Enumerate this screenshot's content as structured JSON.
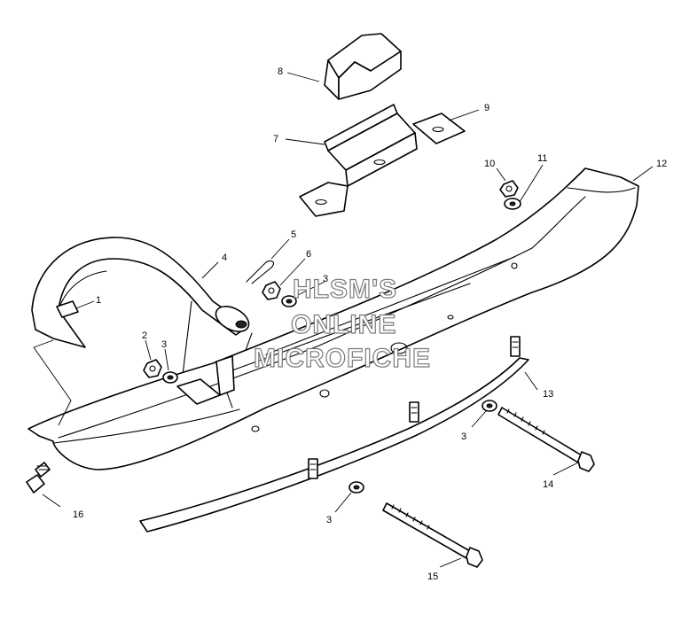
{
  "watermark": {
    "line1": "HLSM'S",
    "line2": "ONLINE",
    "line3": "MICROFICHE"
  },
  "callouts": {
    "c1": "1",
    "c2": "2",
    "c3a": "3",
    "c3b": "3",
    "c3c": "3",
    "c3d": "3",
    "c4": "4",
    "c5": "5",
    "c6": "6",
    "c7": "7",
    "c8": "8",
    "c9": "9",
    "c10": "10",
    "c11": "11",
    "c12": "12",
    "c13": "13",
    "c14": "14",
    "c15": "15",
    "c16": "16"
  },
  "colors": {
    "line": "#000000",
    "background": "#ffffff",
    "watermark_outline": "#7a7a7a"
  }
}
